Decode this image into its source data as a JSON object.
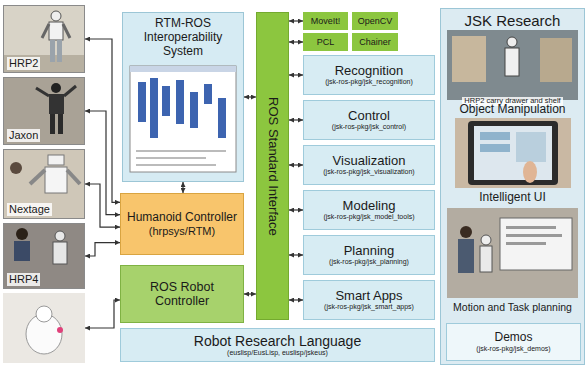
{
  "diagram": {
    "nodes": [
      {
        "text": [
          "HRP2"
        ]
      },
      {
        "text": [
          "Jaxon"
        ]
      },
      {
        "text": [
          "Nextage"
        ]
      },
      {
        "text": [
          "HRP4"
        ]
      },
      {
        "text": [
          "RTM-ROS Interoperability System"
        ]
      },
      {
        "text": [
          "Humanoid Controller",
          "(hrpsys/RTM)"
        ]
      },
      {
        "text": [
          "ROS Robot Controller"
        ]
      },
      {
        "text": [
          "ROS Standard Interface"
        ]
      },
      {
        "text": [
          "MoveIt!"
        ]
      },
      {
        "text": [
          "OpenCV"
        ]
      },
      {
        "text": [
          "PCL"
        ]
      },
      {
        "text": [
          "Chainer"
        ]
      },
      {
        "text": [
          "Recognition",
          "(jsk-ros-pkg/jsk_recognition)"
        ]
      },
      {
        "text": [
          "Control",
          "(jsk-ros-pkg/jsk_control)"
        ]
      },
      {
        "text": [
          "Visualization",
          "(jsk-ros-pkg/jsk_visualization)"
        ]
      },
      {
        "text": [
          "Modeling",
          "(jsk-ros-pkg/jsk_model_tools)"
        ]
      },
      {
        "text": [
          "Planning",
          "(jsk-ros-pkg/jsk_planning)"
        ]
      },
      {
        "text": [
          "Smart Apps",
          "(jsk-ros-pkg/jsk_smart_apps)"
        ]
      },
      {
        "text": [
          "Robot Research Language",
          "(euslisp/EusLisp, euslisp/jskeus)"
        ]
      },
      {
        "text": [
          "JSK Research",
          "HRP2 carry drawer and shelf",
          "Object Manipulation",
          "Intelligent UI",
          "Motion and Task planning"
        ]
      },
      {
        "text": [
          "Demos",
          "(jsk-ros-pkg/jsk_demos)"
        ],
        "in": 19
      }
    ],
    "edges": [
      {
        "from": 0,
        "to": 5,
        "arrow": "both"
      },
      {
        "from": 1,
        "to": 5,
        "arrow": "both"
      },
      {
        "from": 2,
        "to": 5,
        "arrow": "both"
      },
      {
        "from": 3,
        "to": 5,
        "arrow": "both"
      },
      {
        "from": 4,
        "to": 5,
        "arrow": "both"
      },
      {
        "from": 4,
        "to": 7,
        "arrow": "both"
      },
      {
        "from": 6,
        "to": 7,
        "arrow": "both"
      },
      {
        "from": 7,
        "to": 8,
        "arrow": "both"
      },
      {
        "from": 7,
        "to": 10,
        "arrow": "both"
      },
      {
        "from": 7,
        "to": 12,
        "arrow": "both"
      },
      {
        "from": 7,
        "to": 13,
        "arrow": "both"
      },
      {
        "from": 7,
        "to": 14,
        "arrow": "both"
      },
      {
        "from": 7,
        "to": 15,
        "arrow": "both"
      },
      {
        "from": 7,
        "to": 16,
        "arrow": "both"
      },
      {
        "from": 7,
        "to": 17,
        "arrow": "both"
      }
    ]
  }
}
